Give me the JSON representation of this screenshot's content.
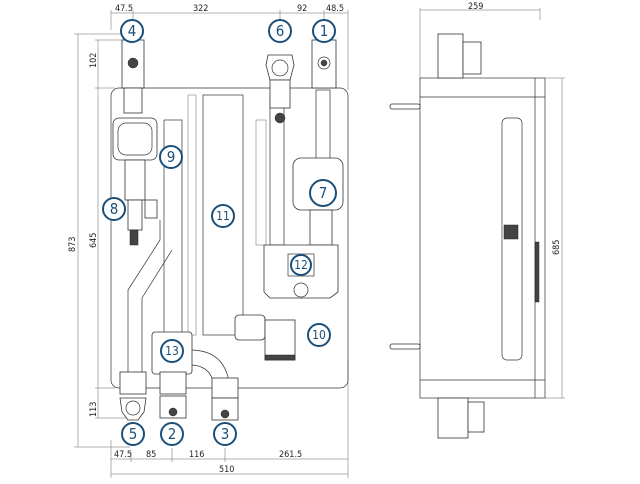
{
  "drawing": {
    "front_view": {
      "dimensions": {
        "top": [
          "47.5",
          "322",
          "92",
          "48.5"
        ],
        "bottom": [
          "47.5",
          "85",
          "116",
          "261.5"
        ],
        "overall_width": "510",
        "left_top": "102",
        "left_total": "873",
        "left_inner": "645",
        "left_bottom": "113"
      },
      "callouts": [
        {
          "id": "4",
          "label": "4"
        },
        {
          "id": "6",
          "label": "6"
        },
        {
          "id": "1",
          "label": "1"
        },
        {
          "id": "9",
          "label": "9"
        },
        {
          "id": "7",
          "label": "7"
        },
        {
          "id": "8",
          "label": "8"
        },
        {
          "id": "11",
          "label": "11"
        },
        {
          "id": "12",
          "label": "12"
        },
        {
          "id": "10",
          "label": "10"
        },
        {
          "id": "13",
          "label": "13"
        },
        {
          "id": "5",
          "label": "5"
        },
        {
          "id": "2",
          "label": "2"
        },
        {
          "id": "3",
          "label": "3"
        }
      ]
    },
    "side_view": {
      "dimensions": {
        "depth": "259",
        "height": "685"
      }
    },
    "colors": {
      "callout": "#1b4f7a",
      "line": "#333333"
    }
  }
}
